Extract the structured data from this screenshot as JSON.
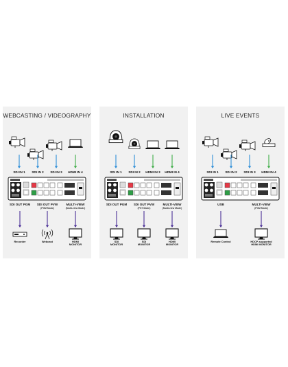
{
  "colors": {
    "sdi_arrow": "#2f8fd8",
    "hdmi_arrow": "#3fae49",
    "out_arrow": "#4a2f96",
    "panel_bg": "#f1f1f1"
  },
  "panels": [
    {
      "title": "WEBCASTING / VIDEOGRAPHY",
      "inputs": [
        "SDI IN 1",
        "SDI IN 2",
        "SDI IN 3",
        "HDMI IN 4"
      ],
      "input_devices": [
        "camcorder-icon",
        "camcorder-icon",
        "camcorder-icon",
        "laptop-icon"
      ],
      "outputs": [
        {
          "label": "SDI OUT PGM",
          "sub": ""
        },
        {
          "label": "SDI OUT PVW",
          "sub": "(PGM Mode)"
        },
        {
          "label": "MULTI-VIEW",
          "sub": "(Multi-view Mode)"
        }
      ],
      "output_devices": [
        {
          "icon": "recorder-icon",
          "label": "Recorder"
        },
        {
          "icon": "webcast-icon",
          "label": "Webcast"
        },
        {
          "icon": "monitor-icon",
          "label": "HDMI\nMONITOR"
        }
      ]
    },
    {
      "title": "INSTALLATION",
      "inputs": [
        "SDI IN 1",
        "SDI IN 2",
        "HDMI IN 3",
        "HDMI IN 4"
      ],
      "input_devices": [
        "ptz-camera-icon",
        "ptz-camera-icon",
        "laptop-icon",
        "laptop-icon"
      ],
      "outputs": [
        {
          "label": "SDI OUT PGM",
          "sub": ""
        },
        {
          "label": "SDI OUT PVW",
          "sub": "(PST Mode)"
        },
        {
          "label": "MULTI-VIEW",
          "sub": "(Multi-view Mode)"
        }
      ],
      "output_devices": [
        {
          "icon": "monitor-icon",
          "label": "SDI\nMONITOR"
        },
        {
          "icon": "monitor-icon",
          "label": "SDI\nMONITOR"
        },
        {
          "icon": "monitor-icon",
          "label": "HDMI\nMONITOR"
        }
      ]
    },
    {
      "title": "LIVE EVENTS",
      "inputs": [
        "SDI IN 1",
        "SDI IN 2",
        "SDI IN 3",
        "HDMI IN 4"
      ],
      "input_devices": [
        "camcorder-icon",
        "camcorder-icon",
        "camcorder-icon",
        "disc-player-icon"
      ],
      "outputs": [
        {
          "label": "USB",
          "sub": ""
        },
        {
          "label": "MULTI-VIEW",
          "sub": "(PGM Mode)"
        }
      ],
      "output_devices": [
        {
          "icon": "laptop-icon",
          "label": "Remote Control"
        },
        {
          "icon": "monitor-icon",
          "label": "HDCP-supported\nHDMI MONITOR"
        }
      ]
    }
  ]
}
